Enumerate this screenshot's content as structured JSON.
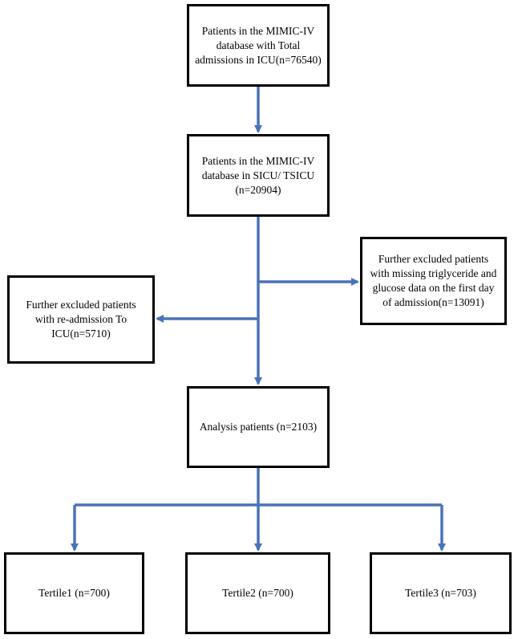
{
  "colors": {
    "arrow": "#4a72b8",
    "box_border": "#000000",
    "background": "#ffffff",
    "text": "#000000"
  },
  "boxes": {
    "total_icu": "Patients in the MIMIC-IV\ndatabase with  Total\nadmissions in ICU(n=76540)",
    "sicu_tsicu": "Patients in the MIMIC-IV\ndatabase in SICU/ TSICU\n(n=20904)",
    "excluded_readmission": "Further excluded patients\nwith re-admission  To\nICU(n=5710)",
    "excluded_missing": "Further excluded patients\nwith missing triglyceride and\nglucose data on the first day\nof admission(n=13091)",
    "analysis": "Analysis patients (n=2103)",
    "tertile1": "Tertile1 (n=700)",
    "tertile2": "Tertile2 (n=700)",
    "tertile3": "Tertile3 (n=703)"
  }
}
